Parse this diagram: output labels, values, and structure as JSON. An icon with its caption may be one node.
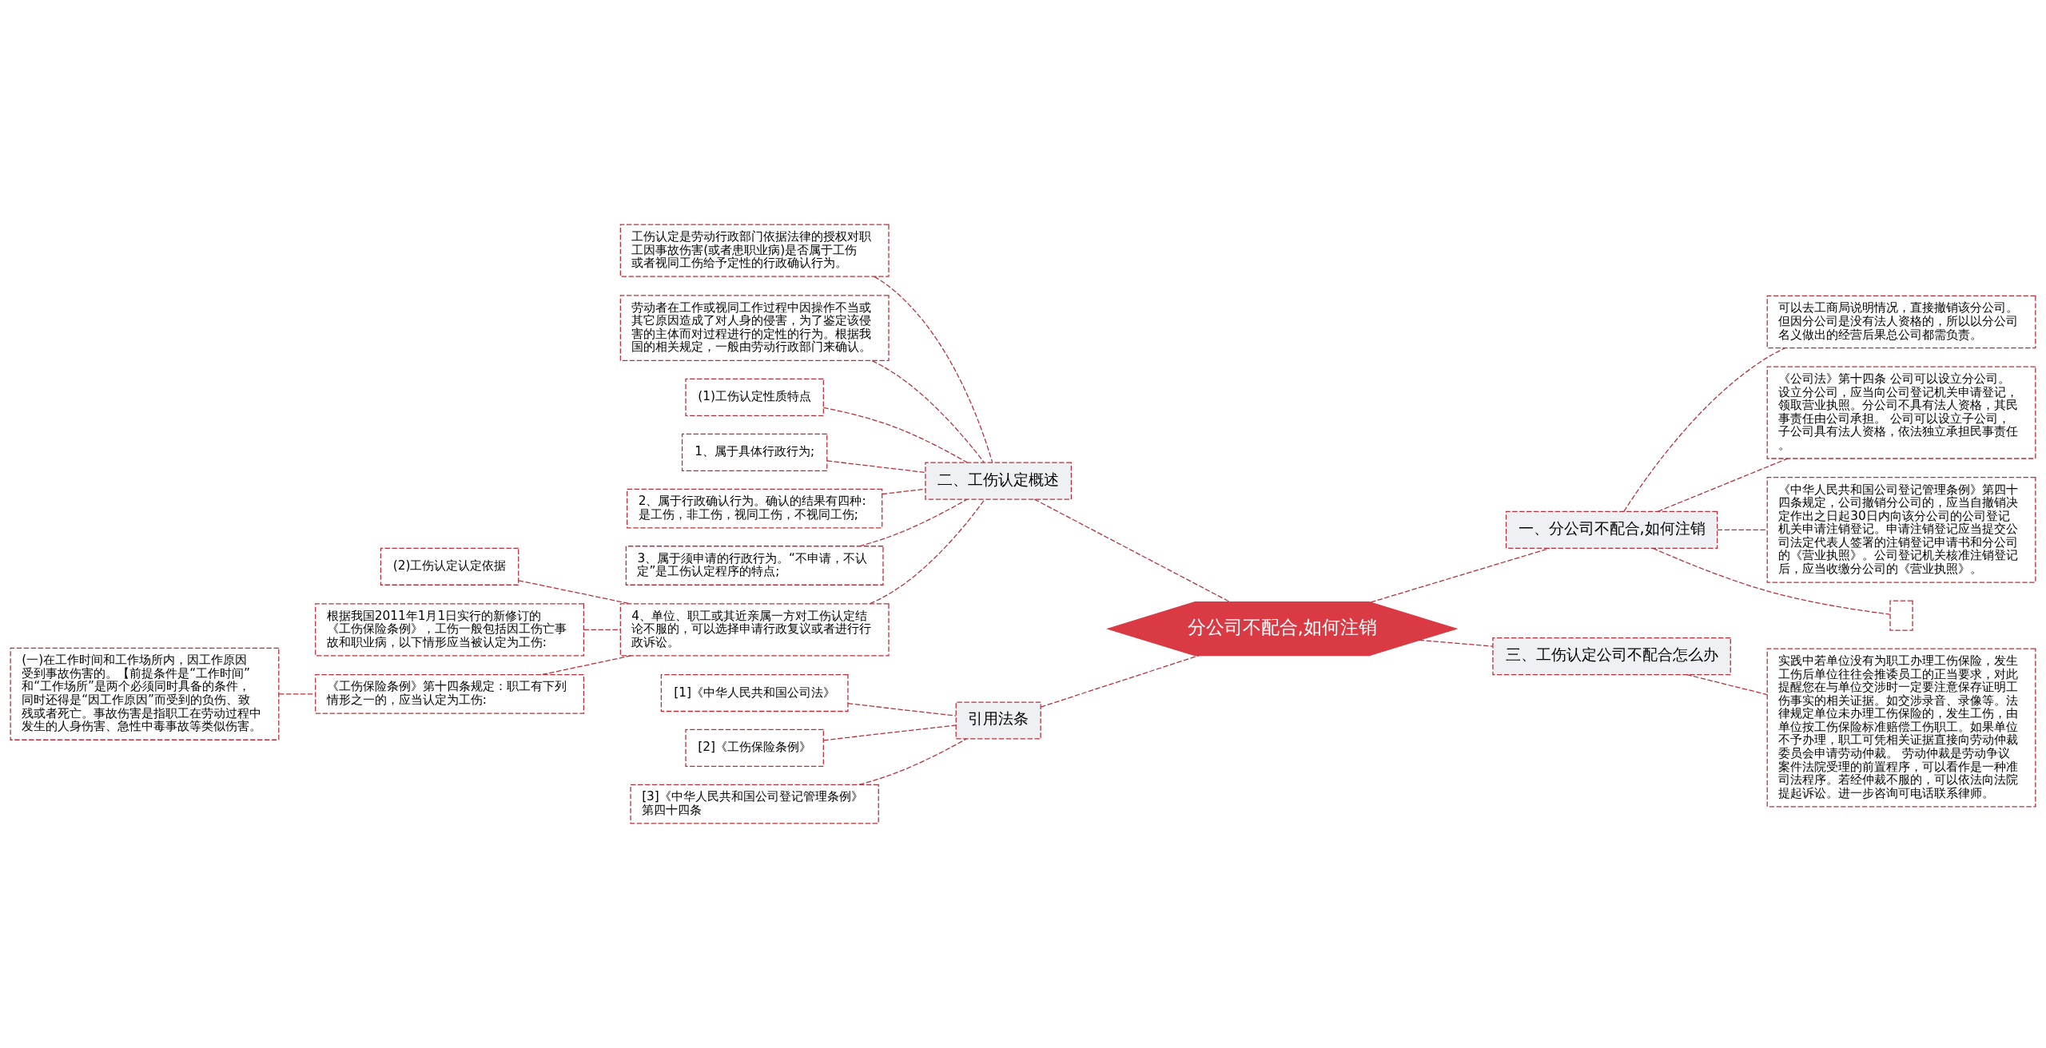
{
  "diagram": {
    "nodes": [
      {
        "text": [
          "分公司不配合,如何注销"
        ]
      },
      {
        "text": [
          "一、分公司不配合,如何注销"
        ]
      },
      {
        "text": [
          "可以去工商局说明情况，直接撤销该分公司。但因分公司是没有法人资格的，所以以分公司名义做出的经营后果总公司都需负责。"
        ]
      },
      {
        "text": [
          "《公司法》第十四条 公司可以设立分公司。设立分公司，应当向公司登记机关申请登记，领取营业执照。分公司不具有法人资格，其民事责任由公司承担。 公司可以设立子公司，子公司具有法人资格，依法独立承担民事责任。"
        ]
      },
      {
        "text": [
          "《中华人民共和国公司登记管理条例》第四十四条规定，公司撤销分公司的，应当自撤销决定作出之日起30日内向该分公司的公司登记机关申请注销登记。申请注销登记应当提交公司法定代表人签署的注销登记申请书和分公司的《营业执照》。公司登记机关核准注销登记后，应当收缴分公司的《营业执照》。"
        ]
      },
      {
        "text": [],
        "shape": "box"
      },
      {
        "text": [
          "三、工伤认定公司不配合怎么办"
        ]
      },
      {
        "text": [
          "实践中若单位没有为职工办理工伤保险，发生工伤后单位往往会推诿员工的正当要求，对此提醒您在与单位交涉时一定要注意保存证明工伤事实的相关证据。如交涉录音、录像等。法律规定单位未办理工伤保险的，发生工伤，由单位按工伤保险标准赔偿工伤职工。如果单位不予办理，职工可凭相关证据直接向劳动仲裁委员会申请劳动仲裁。 劳动仲裁是劳动争议案件法院受理的前置程序，可以看作是一种准司法程序。若经仲裁不服的，可以依法向法院提起诉讼。进一步咨询可电话联系律师。"
        ]
      },
      {
        "text": [
          "二、工伤认定概述"
        ]
      },
      {
        "text": [
          "工伤认定是劳动行政部门依据法律的授权对职工因事故伤害(或者患职业病)是否属于工伤或者视同工伤给予定性的行政确认行为。"
        ]
      },
      {
        "text": [
          "劳动者在工作或视同工作过程中因操作不当或其它原因造成了对人身的侵害，为了鉴定该侵害的主体而对过程进行的定性的行为。根据我国的相关规定，一般由劳动行政部门来确认。"
        ]
      },
      {
        "text": [
          "(1)工伤认定性质特点"
        ]
      },
      {
        "text": [
          "1、属于具体行政行为;"
        ]
      },
      {
        "text": [
          "2、属于行政确认行为。确认的结果有四种:是工伤，非工伤，视同工伤，不视同工伤;"
        ]
      },
      {
        "text": [
          "3、属于须申请的行政行为。“不申请，不认定”是工伤认定程序的特点;"
        ]
      },
      {
        "text": [
          "4、单位、职工或其近亲属一方对工伤认定结论不服的，可以选择申请行政复议或者进行行政诉讼。"
        ]
      },
      {
        "text": [
          "(2)工伤认定认定依据"
        ]
      },
      {
        "text": [
          "根据我国2011年1月1日实行的新修订的《工伤保险条例》，工伤一般包括因工伤亡事故和职业病，以下情形应当被认定为工伤:"
        ]
      },
      {
        "text": [
          "《工伤保险条例》第十四条规定：职工有下列情形之一的，应当认定为工伤:"
        ]
      },
      {
        "text": [
          "(一)在工作时间和工作场所内，因工作原因受到事故伤害的。【前提条件是“工作时间”和“工作场所”是两个必须同时具备的条件，同时还得是“因工作原因”而受到的负伤、致残或者死亡。事故伤害是指职工在劳动过程中发生的人身伤害、急性中毒事故等类似伤害。"
        ]
      },
      {
        "text": [
          "引用法条"
        ]
      },
      {
        "text": [
          "[1]《中华人民共和国公司法》"
        ]
      },
      {
        "text": [
          "[2]《工伤保险条例》"
        ]
      },
      {
        "text": [
          "[3]《中华人民共和国公司登记管理条例》第四十四条"
        ]
      }
    ],
    "edges": [
      {
        "from": 0,
        "to": 1,
        "arrow": "none"
      },
      {
        "from": 1,
        "to": 2,
        "arrow": "none"
      },
      {
        "from": 1,
        "to": 3,
        "arrow": "none"
      },
      {
        "from": 1,
        "to": 4,
        "arrow": "none"
      },
      {
        "from": 1,
        "to": 5,
        "arrow": "none"
      },
      {
        "from": 0,
        "to": 6,
        "arrow": "none"
      },
      {
        "from": 6,
        "to": 7,
        "arrow": "none"
      },
      {
        "from": 8,
        "to": 0,
        "arrow": "none"
      },
      {
        "from": 9,
        "to": 8,
        "arrow": "none"
      },
      {
        "from": 10,
        "to": 8,
        "arrow": "none"
      },
      {
        "from": 11,
        "to": 8,
        "arrow": "none"
      },
      {
        "from": 12,
        "to": 8,
        "arrow": "none"
      },
      {
        "from": 13,
        "to": 8,
        "arrow": "none"
      },
      {
        "from": 14,
        "to": 8,
        "arrow": "none"
      },
      {
        "from": 15,
        "to": 8,
        "arrow": "none"
      },
      {
        "from": 16,
        "to": 15,
        "arrow": "none"
      },
      {
        "from": 17,
        "to": 15,
        "arrow": "none"
      },
      {
        "from": 18,
        "to": 15,
        "arrow": "none"
      },
      {
        "from": 19,
        "to": 18,
        "arrow": "none"
      },
      {
        "from": 20,
        "to": 0,
        "arrow": "none"
      },
      {
        "from": 21,
        "to": 20,
        "arrow": "none"
      },
      {
        "from": 22,
        "to": 20,
        "arrow": "none"
      },
      {
        "from": 23,
        "to": 20,
        "arrow": "none"
      }
    ]
  }
}
